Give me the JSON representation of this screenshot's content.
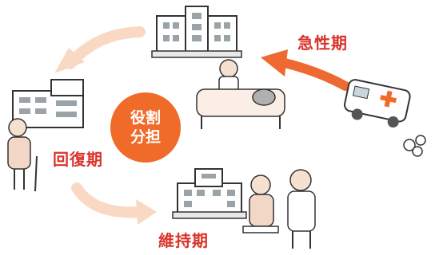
{
  "phases": {
    "acute": "急性期",
    "recovery": "回復期",
    "maintenance": "維持期"
  },
  "center": {
    "line1": "役割",
    "line2": "分担"
  },
  "colors": {
    "accent_orange": "#f06a2a",
    "label_red": "#d9342b",
    "pale_arrow": "#f9d9c4",
    "bold_arrow": "#ee6a32"
  },
  "icons": [
    "hospital-building-icon",
    "doctor-and-patient-bed-icon",
    "ambulance-icon",
    "rehab-facility-icon",
    "elderly-person-with-cane-icon",
    "care-facility-icon",
    "elderly-person-and-caregiver-icon",
    "cycle-arrow-icon"
  ]
}
